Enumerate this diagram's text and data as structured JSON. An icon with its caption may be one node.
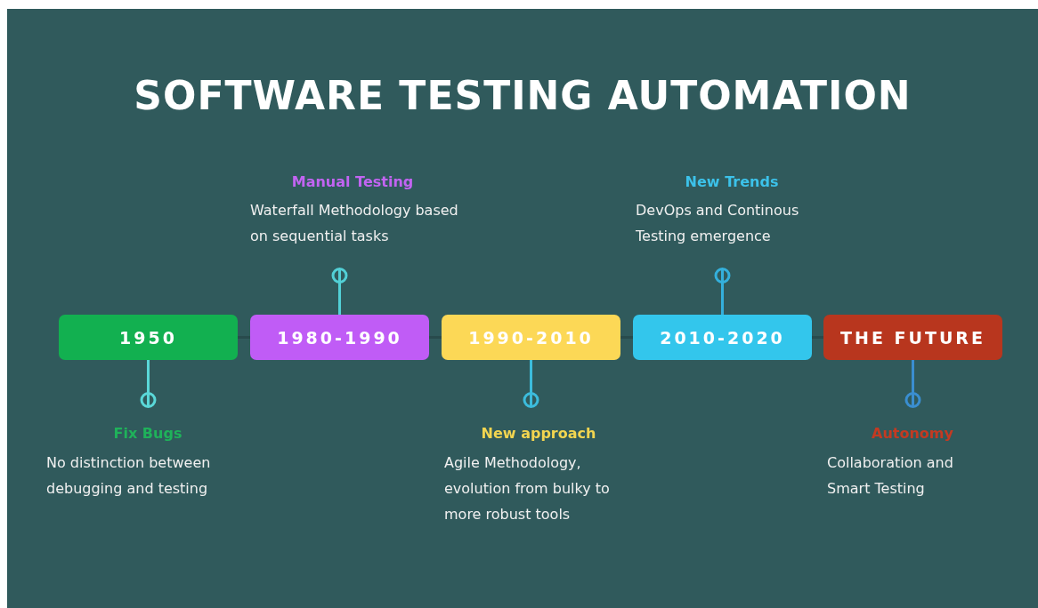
{
  "diagram": {
    "title": "SOFTWARE TESTING AUTOMATION",
    "nodes": [
      {
        "text": [
          "1950"
        ]
      },
      {
        "text": [
          "1980-1990"
        ]
      },
      {
        "text": [
          "1990-2010"
        ]
      },
      {
        "text": [
          "2010-2020"
        ]
      },
      {
        "text": [
          "THE FUTURE"
        ]
      },
      {
        "text": [
          "Fix Bugs",
          "No distinction between debugging and testing"
        ]
      },
      {
        "text": [
          "Manual Testing",
          "Waterfall Methodology based on sequential tasks"
        ]
      },
      {
        "text": [
          "New approach",
          "Agile Methodology, evolution from bulky to more robust tools"
        ]
      },
      {
        "text": [
          "New Trends",
          "DevOps and Continous Testing emergence"
        ]
      },
      {
        "text": [
          "Autonomy",
          "Collaboration and Smart Testing"
        ]
      }
    ],
    "edges": [
      {
        "from": 0,
        "to": 1,
        "arrow": "none",
        "color": "#284a4c"
      },
      {
        "from": 1,
        "to": 2,
        "arrow": "none",
        "color": "#284a4c"
      },
      {
        "from": 2,
        "to": 3,
        "arrow": "none",
        "color": "#284a4c"
      },
      {
        "from": 3,
        "to": 4,
        "arrow": "none",
        "color": "#284a4c"
      },
      {
        "from": 0,
        "to": 5,
        "arrow": "other",
        "color": "#5ad8d8"
      },
      {
        "from": 1,
        "to": 6,
        "arrow": "other",
        "color": "#52d0d6"
      },
      {
        "from": 2,
        "to": 7,
        "arrow": "other",
        "color": "#3cbcdc"
      },
      {
        "from": 3,
        "to": 8,
        "arrow": "other",
        "color": "#34b0dc"
      },
      {
        "from": 4,
        "to": 9,
        "arrow": "other",
        "color": "#3a8ed0"
      }
    ]
  }
}
